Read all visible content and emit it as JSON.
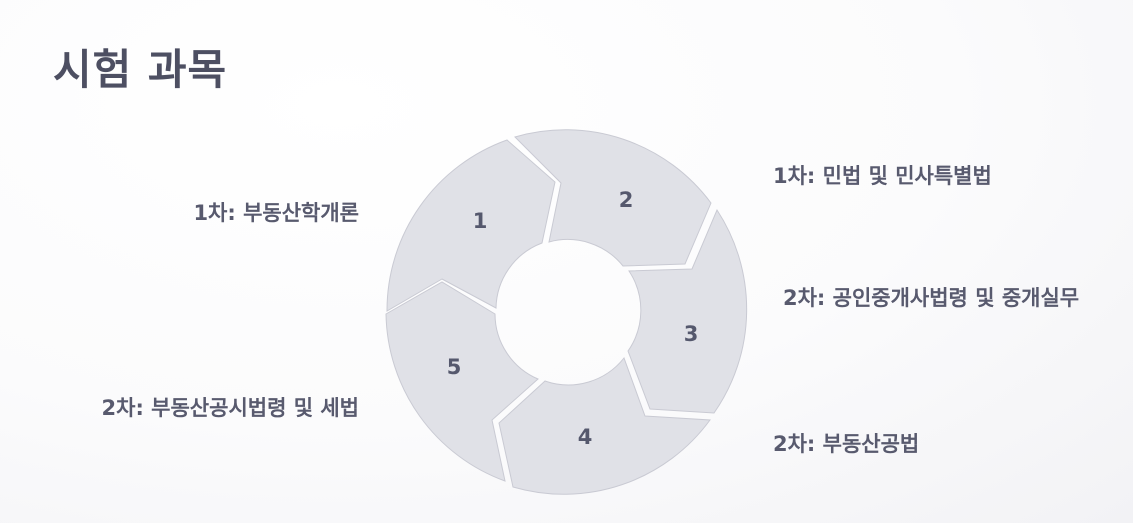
{
  "title": "시험 과목",
  "diagram": {
    "type": "cycle",
    "segments": [
      {
        "number": "1",
        "label": "1차: 부동산학개론"
      },
      {
        "number": "2",
        "label": "1차: 민법 및 민사특별법"
      },
      {
        "number": "3",
        "label": "2차: 공인중개사법령 및 중개실무"
      },
      {
        "number": "4",
        "label": "2차: 부동산공법"
      },
      {
        "number": "5",
        "label": "2차: 부동산공시법령 및 세법"
      }
    ],
    "colors": {
      "segment_fill": "#e0e1e7",
      "segment_stroke": "#c9cad3",
      "text": "#55586d",
      "title": "#4d4f62"
    }
  }
}
